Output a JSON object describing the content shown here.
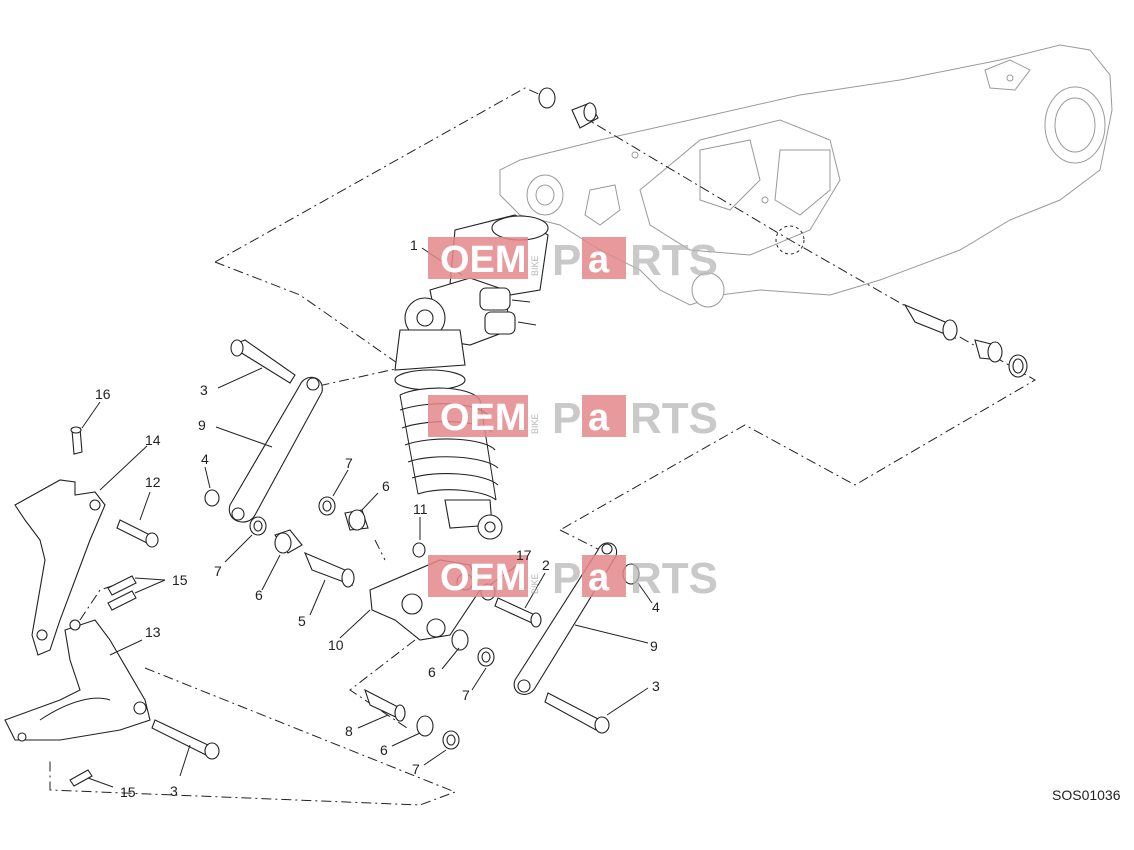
{
  "diagram": {
    "drawing_code": "SOS01036",
    "callouts": [
      "1",
      "2",
      "3",
      "3",
      "3",
      "4",
      "4",
      "5",
      "6",
      "6",
      "6",
      "6",
      "7",
      "7",
      "7",
      "7",
      "8",
      "9",
      "9",
      "10",
      "11",
      "12",
      "13",
      "14",
      "15",
      "15",
      "16",
      "17"
    ]
  },
  "watermark": {
    "oem": "OEM",
    "bike": "BIKE",
    "parts_p": "P",
    "parts_a": "a",
    "parts_rest": "RTS"
  }
}
